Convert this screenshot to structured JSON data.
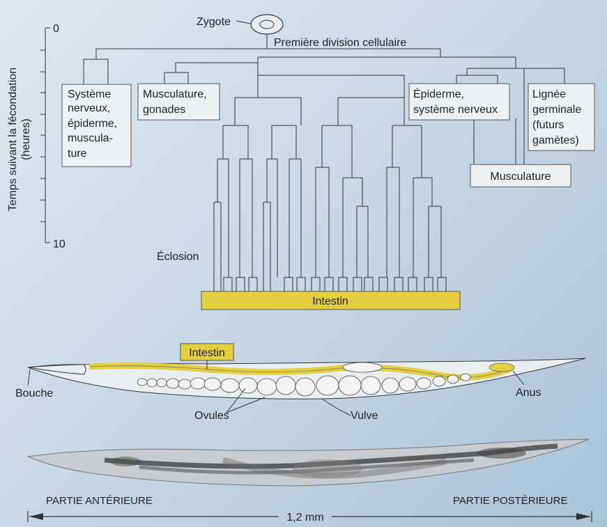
{
  "lineage": {
    "zygote_label": "Zygote",
    "first_division": "Première division cellulaire",
    "axis_title_line1": "Temps suivant la fécondation",
    "axis_title_line2": "(heures)",
    "axis_tick_0": "0",
    "axis_tick_10": "10",
    "hatching": "Éclosion",
    "box_nervous": [
      "Système",
      "nerveux,",
      "épiderme,",
      "muscula-",
      "ture"
    ],
    "box_muscle_gonads": [
      "Musculature,",
      "gonades"
    ],
    "box_epidermis": [
      "Épiderme,",
      "système nerveux"
    ],
    "box_germline": [
      "Lignée",
      "germinale",
      "(futurs",
      "gamètes)"
    ],
    "box_musculature": "Musculature",
    "intestine_bar": "Intestin"
  },
  "worm": {
    "intestine_label": "Intestin",
    "mouth": "Bouche",
    "anus": "Anus",
    "eggs": "Ovules",
    "vulva": "Vulve",
    "anterior": "PARTIE ANTÉRIEURE",
    "posterior": "PARTIE POSTÉRIEURE",
    "scale": "1,2 mm"
  },
  "colors": {
    "intestine": "#e3cf3f",
    "box_fill": "#eef1f3",
    "line": "#333333"
  }
}
